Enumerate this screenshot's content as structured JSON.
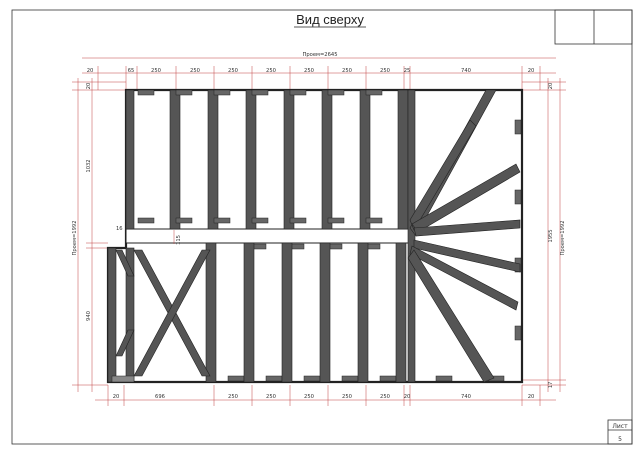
{
  "drawing": {
    "title": "Вид сверху",
    "sheet_label": "Лист",
    "sheet_number": "5"
  },
  "dimensions": {
    "top_total": "Проем=2645",
    "top_segments": [
      "20",
      "65",
      "250",
      "250",
      "250",
      "250",
      "250",
      "250",
      "250",
      "25",
      "740",
      "20"
    ],
    "bottom_segments": [
      "20",
      "696",
      "250",
      "250",
      "250",
      "250",
      "250",
      "20",
      "740",
      "20"
    ],
    "left_total": "Проем=1992",
    "left_segments": [
      "20",
      "1032",
      "16",
      "940"
    ],
    "right_total": "Проем=1992",
    "right_segments": [
      "20",
      "1955",
      "17"
    ],
    "inner_label": "115"
  }
}
